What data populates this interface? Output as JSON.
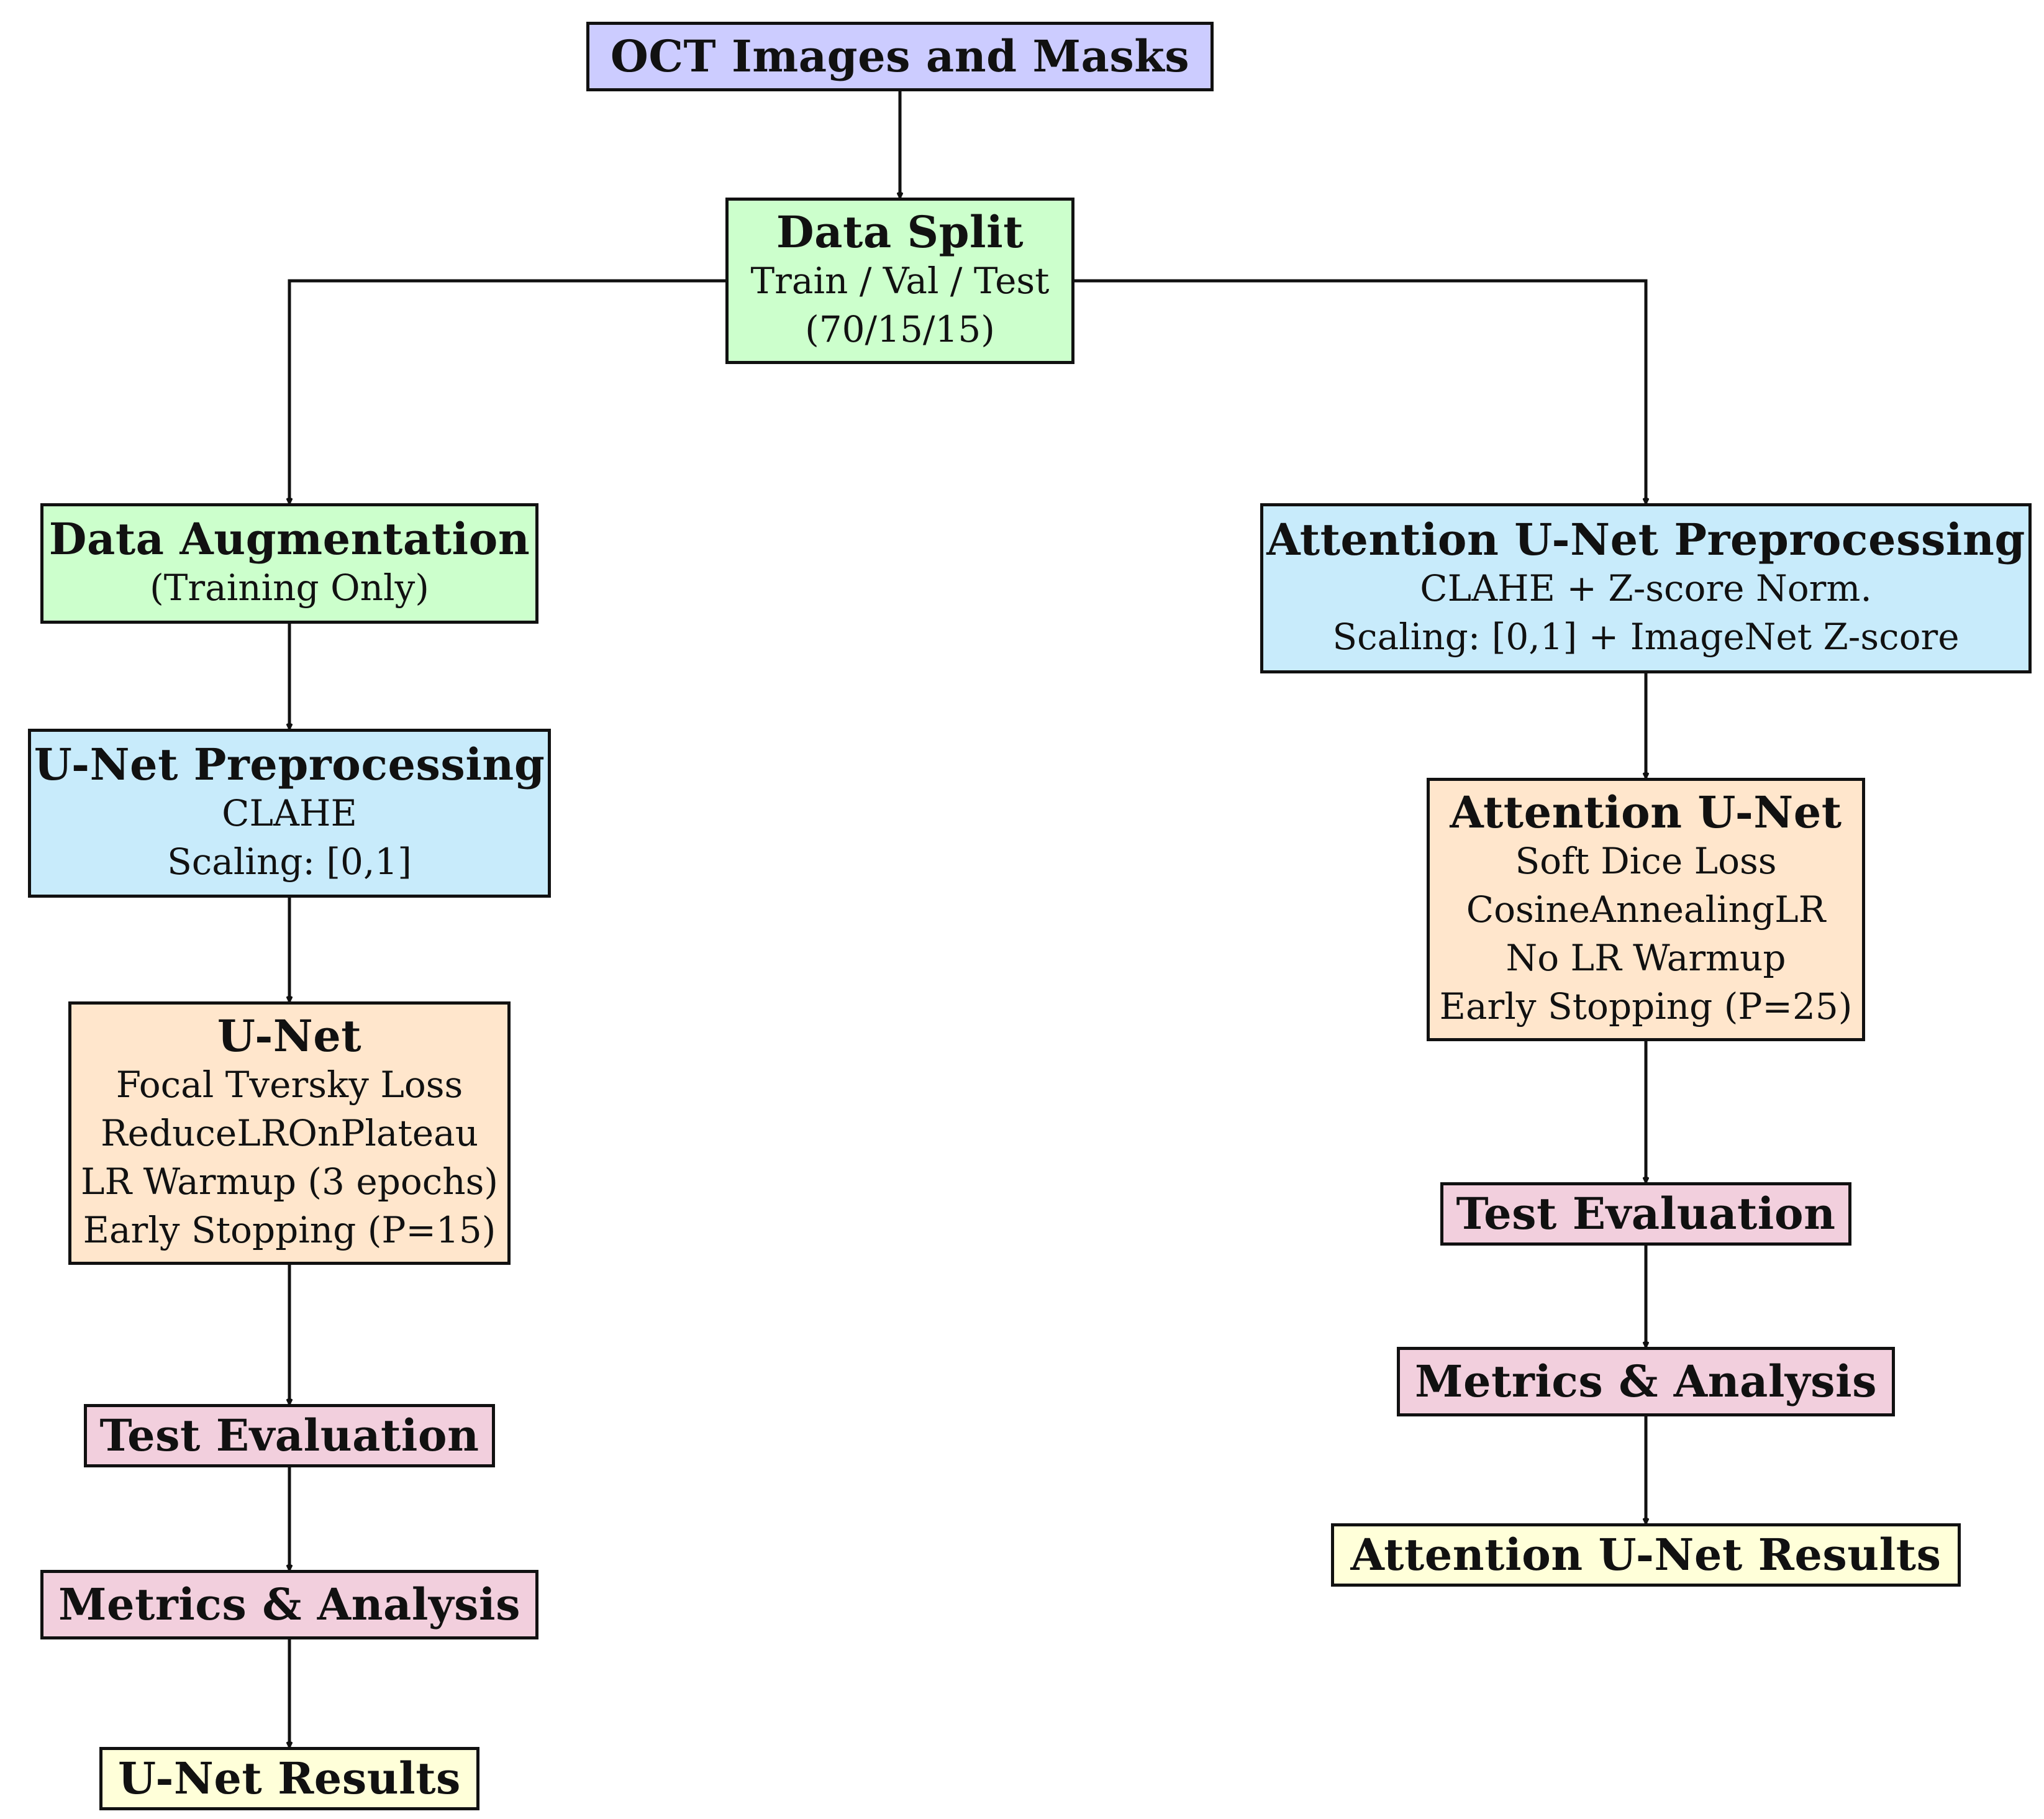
{
  "colors": {
    "input": "#ccccff",
    "split": "#ccffcc",
    "augment": "#ccffcc",
    "preprocess": "#c8ebfb",
    "model": "#ffe6cc",
    "evaluation": "#f2cfdd",
    "results": "#ffffd9",
    "edge": "#111111"
  },
  "nodes": {
    "oct_input": {
      "title": "OCT Images and Masks",
      "lines": []
    },
    "data_split": {
      "title": "Data Split",
      "lines": [
        "Train / Val / Test",
        "(70/15/15)"
      ]
    },
    "data_augmentation": {
      "title": "Data Augmentation",
      "lines": [
        "(Training Only)"
      ]
    },
    "unet_preprocessing": {
      "title": "U-Net Preprocessing",
      "lines": [
        "CLAHE",
        "Scaling: [0,1]"
      ]
    },
    "unet": {
      "title": "U-Net",
      "lines": [
        "Focal Tversky Loss",
        "ReduceLROnPlateau",
        "LR Warmup (3 epochs)",
        "Early Stopping (P=15)"
      ]
    },
    "unet_test": {
      "title": "Test Evaluation",
      "lines": []
    },
    "unet_metrics": {
      "title": "Metrics & Analysis",
      "lines": []
    },
    "unet_results": {
      "title": "U-Net Results",
      "lines": []
    },
    "att_preprocessing": {
      "title": "Attention U-Net Preprocessing",
      "lines": [
        "CLAHE + Z-score Norm.",
        "Scaling: [0,1] + ImageNet Z-score"
      ]
    },
    "att_unet": {
      "title": "Attention U-Net",
      "lines": [
        "Soft Dice Loss",
        "CosineAnnealingLR",
        "No LR Warmup",
        "Early Stopping (P=25)"
      ]
    },
    "att_test": {
      "title": "Test Evaluation",
      "lines": []
    },
    "att_metrics": {
      "title": "Metrics & Analysis",
      "lines": []
    },
    "att_results": {
      "title": "Attention U-Net Results",
      "lines": []
    }
  },
  "edges": [
    {
      "from": "oct_input",
      "to": "data_split"
    },
    {
      "from": "data_split",
      "to": "data_augmentation"
    },
    {
      "from": "data_split",
      "to": "att_preprocessing"
    },
    {
      "from": "data_augmentation",
      "to": "unet_preprocessing"
    },
    {
      "from": "unet_preprocessing",
      "to": "unet"
    },
    {
      "from": "unet",
      "to": "unet_test"
    },
    {
      "from": "unet_test",
      "to": "unet_metrics"
    },
    {
      "from": "unet_metrics",
      "to": "unet_results"
    },
    {
      "from": "att_preprocessing",
      "to": "att_unet"
    },
    {
      "from": "att_unet",
      "to": "att_test"
    },
    {
      "from": "att_test",
      "to": "att_metrics"
    },
    {
      "from": "att_metrics",
      "to": "att_results"
    }
  ]
}
